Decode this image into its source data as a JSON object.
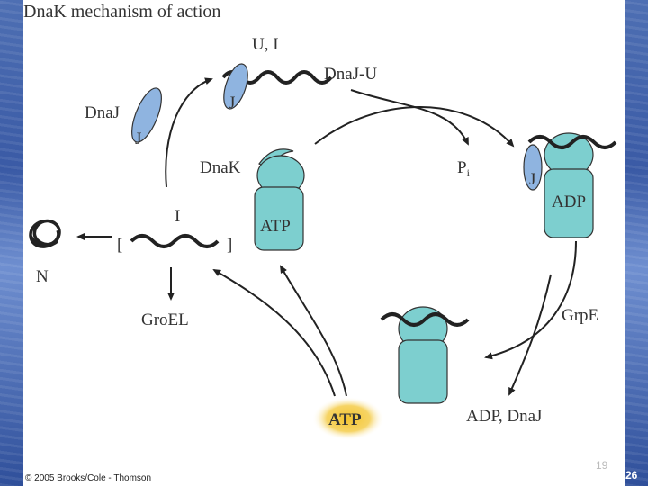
{
  "title": "DnaK mechanism of action",
  "labels": {
    "u_i": "U, I",
    "dnaj_u": "DnaJ-U",
    "dnaj": "DnaJ",
    "j": "J",
    "dnak": "DnaK",
    "atp": "ATP",
    "adp": "ADP",
    "p": "P",
    "p_sub": "i",
    "i": "I",
    "bracket_left": "[",
    "bracket_right": "]",
    "n": "N",
    "groel": "GroEL",
    "grpe": "GrpE",
    "adp_dnaj": "ADP, DnaJ",
    "atp_glow": "ATP"
  },
  "footer": {
    "copyright": "© 2005 Brooks/Cole - Thomson",
    "slide_number": "19",
    "edge_text": "26"
  },
  "colors": {
    "dnak_fill": "#7dcfcf",
    "dnaj_fill": "#8fb4e0",
    "atp_glow": "#f2c232",
    "background_blue": "#3a5aa5"
  }
}
